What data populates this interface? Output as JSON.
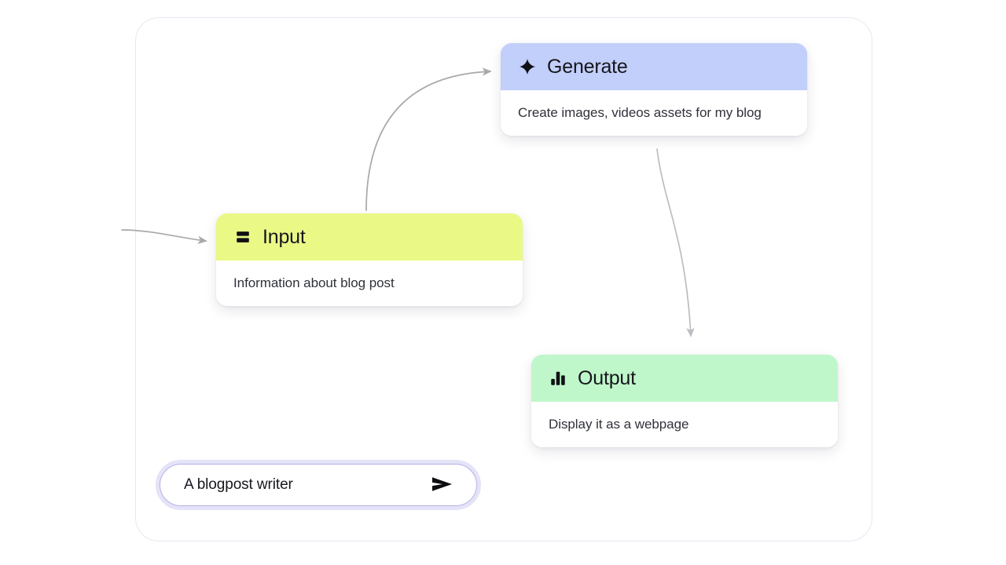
{
  "canvas": {
    "name": "workflow-canvas",
    "frame_border_color": "#e7e7f1"
  },
  "nodes": [
    {
      "id": "generate",
      "title": "Generate",
      "description": "Create images, videos assets for my blog",
      "icon": "sparkle-icon",
      "header_color": "#c2cffa"
    },
    {
      "id": "input",
      "title": "Input",
      "description": "Information about blog post",
      "icon": "rows-icon",
      "header_color": "#eaf985"
    },
    {
      "id": "output",
      "title": "Output",
      "description": "Display it as a webpage",
      "icon": "bar-chart-icon",
      "header_color": "#bff7cb"
    }
  ],
  "connectors": [
    {
      "name": "entry-to-input",
      "from": "canvas-edge",
      "to": "input",
      "color": "#a9a9ad"
    },
    {
      "name": "input-to-generate",
      "from": "input",
      "to": "generate",
      "color": "#a9a9ad"
    },
    {
      "name": "generate-to-output",
      "from": "generate",
      "to": "output",
      "color": "#bdbdc2"
    }
  ],
  "prompt": {
    "value": "A blogpost writer",
    "placeholder": "Describe your agent",
    "send_icon": "send-arrow-icon",
    "ring_color": "#e4e3f8",
    "border_color": "#b3b1e6"
  }
}
